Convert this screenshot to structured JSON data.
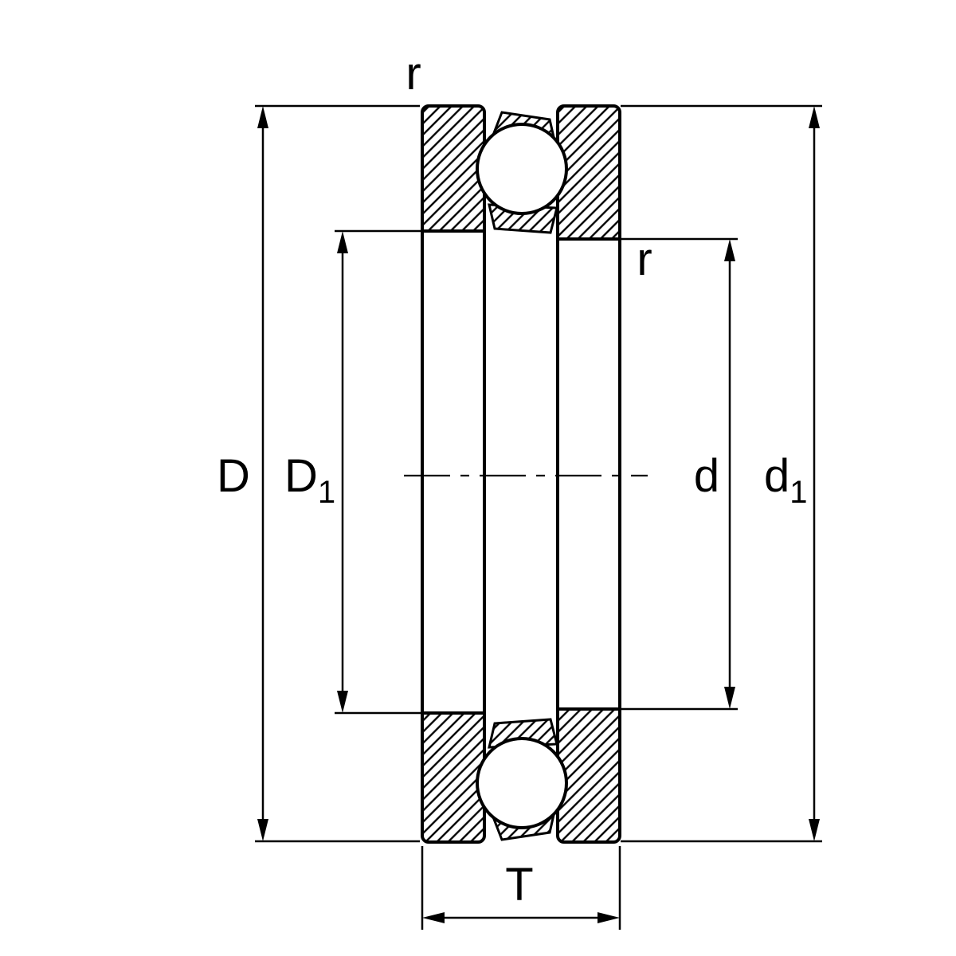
{
  "drawing": {
    "type": "technical-drawing",
    "subject": "thrust-ball-bearing-cross-section",
    "colors": {
      "line": "#000000",
      "background": "#ffffff"
    },
    "labels": {
      "D": "D",
      "D1_base": "D",
      "D1_sub": "1",
      "d": "d",
      "d1_base": "d",
      "d1_sub": "1",
      "T": "T",
      "r_top": "r",
      "r_inner": "r"
    }
  }
}
